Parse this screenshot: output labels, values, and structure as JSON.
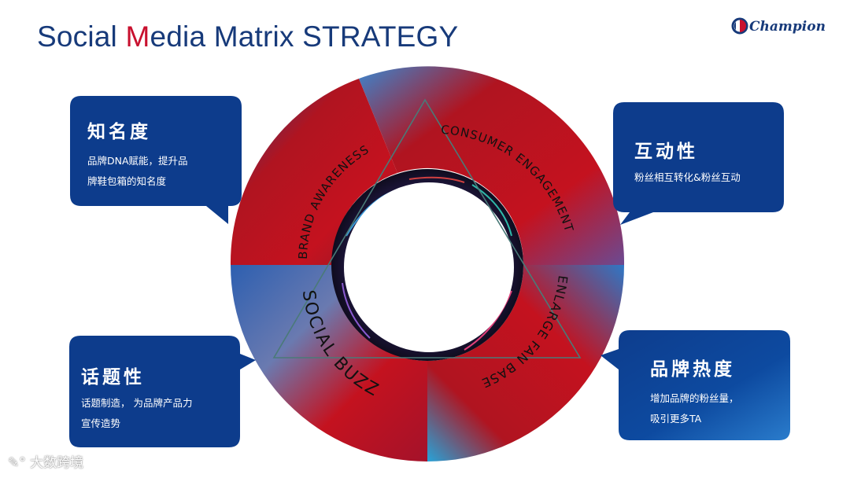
{
  "title": {
    "part1": "Social ",
    "accent": "M",
    "part2": "edia Matrix STRATEGY"
  },
  "logo_text": "Champion",
  "ring_labels": {
    "brand_awareness": "BRAND AWARENESS",
    "consumer_engagement": "CONSUMER ENGAGEMENT",
    "enlarge_fan_base": "ENLARGE FAN BASE",
    "social_buzz": "SOCIAL BUZZ"
  },
  "callouts": {
    "awareness": {
      "title": "知名度",
      "desc": [
        "品牌DNA赋能，提升品",
        "牌鞋包箱的知名度"
      ]
    },
    "interaction": {
      "title": "互动性",
      "desc": [
        "粉丝相互转化&粉丝互动"
      ]
    },
    "topic": {
      "title": "话题性",
      "desc": [
        "话题制造， 为品牌产品力",
        "宣传造势"
      ]
    },
    "heat": {
      "title": "品牌热度",
      "desc": [
        "增加品牌的粉丝量，",
        "吸引更多TA"
      ]
    }
  },
  "watermark": "大数跨境",
  "colors": {
    "title_blue": "#173a7a",
    "accent_red": "#c8102e",
    "box_blue": "#0d3c8c",
    "ring_red": "#c4121f",
    "ring_blue": "#1d5aa8"
  }
}
